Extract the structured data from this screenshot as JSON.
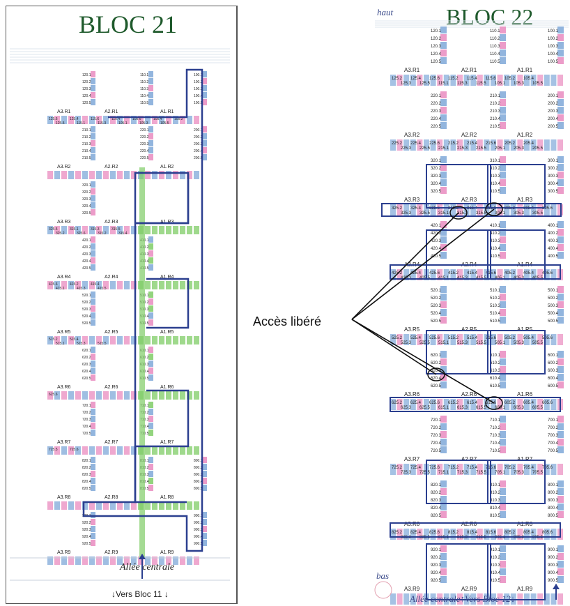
{
  "left_bloc": {
    "title": "BLOC 21",
    "allee": "Allée centrale",
    "vers": "↓Vers Bloc 11 ↓",
    "rows": [
      {
        "labels": [
          "A3.R1",
          "A2.R1",
          "A1.R1"
        ],
        "a1_vertical": "A1.R1",
        "col_a3": [
          "120.1",
          "120.2",
          "120.3",
          "120.4",
          "120.5"
        ],
        "col_a2": [
          "110.1",
          "110.2",
          "110.3",
          "110.4",
          "110.5"
        ],
        "col_a1": [
          "100.1",
          "100.2",
          "100.3",
          "100.4",
          "100.5"
        ],
        "h_top": [
          "125.6",
          "125.4",
          "115.6",
          "115.4",
          "105.6",
          "105.4",
          "105.2"
        ],
        "h_bot": [
          "125.5",
          "115.1",
          "115.3",
          "105.1",
          "105.3",
          "105.5"
        ]
      },
      {
        "labels": [
          "A3.R2",
          "A2.R2",
          "A1.R2"
        ],
        "col_a3": [
          "210.1",
          "210.2",
          "210.3",
          "210.4",
          "210.5"
        ],
        "col_a2": [
          "220.1",
          "220.2",
          "220.3",
          "220.4",
          "220.5"
        ],
        "col_a1": [
          "200.1",
          "200.2",
          "200.3",
          "200.4",
          "200.5"
        ]
      },
      {
        "labels": [
          "A3.R3",
          "A2.R3",
          "A1.R3"
        ],
        "col_a3": [
          "320.1",
          "320.2",
          "320.3",
          "320.4",
          "320.5"
        ],
        "h_top": [
          "325.5",
          "315.1",
          "315.3",
          "315.5"
        ],
        "h_bot": [
          "325.2",
          "325.6",
          "315.2",
          "315.4"
        ]
      },
      {
        "labels": [
          "A3.R4",
          "A2.R4",
          "A1.R4"
        ],
        "col_a3": [
          "420.1",
          "420.2",
          "420.3",
          "420.4",
          "420.5"
        ],
        "col_a2": [
          "410.1",
          "410.2",
          "410.3",
          "410.4",
          "410.5"
        ],
        "h_top": [
          "415.6",
          "415.2",
          "415.4"
        ],
        "h_bot": [
          "415.1",
          "415.3",
          "415.5"
        ]
      },
      {
        "labels": [
          "A3.R5",
          "A2.R5",
          "A1.R5"
        ],
        "col_a3": [
          "520.1",
          "520.2",
          "520.3",
          "520.4",
          "520.5"
        ],
        "col_a2": [
          "510.1",
          "510.2",
          "510.3",
          "510.4",
          "510.5"
        ],
        "h_top": [
          "515.2",
          "515.4"
        ],
        "h_bot": [
          "515.1",
          "515.3",
          "515.5"
        ]
      },
      {
        "labels": [
          "A3.R6",
          "A2.R6",
          "A1.R6"
        ],
        "col_a3": [
          "620.1",
          "620.2",
          "620.3",
          "620.4",
          "620.5"
        ],
        "col_a2": [
          "610.1",
          "610.2",
          "610.3",
          "610.4",
          "610.5"
        ],
        "h_top": [
          "625.6"
        ]
      },
      {
        "labels": [
          "A3.R7",
          "A2.R7",
          "A1.R7"
        ],
        "col_a3": [
          "720.1",
          "720.2",
          "720.3",
          "720.4",
          "720.5"
        ],
        "col_a2": [
          "710.1",
          "710.2",
          "710.3",
          "710.4",
          "710.5"
        ],
        "h_top": [
          "725.5",
          "725.6"
        ]
      },
      {
        "labels": [
          "A3.R8",
          "A2.R8",
          "A1.R8"
        ],
        "col_a3": [
          "820.1",
          "820.2",
          "820.3",
          "820.4",
          "820.5"
        ],
        "col_a2": [
          "810.1",
          "810.2",
          "810.3",
          "810.4",
          "810.5"
        ],
        "col_a1": [
          "800.1",
          "800.2",
          "800.3",
          "800.4",
          "800.5"
        ]
      },
      {
        "labels": [
          "A3.R9",
          "A2.R9",
          "A1.R9"
        ],
        "col_a3": [
          "920.1",
          "920.2",
          "920.3",
          "920.4",
          "920.5"
        ],
        "col_a1": [
          "900.1",
          "900.2",
          "900.3",
          "900.4",
          "900.5"
        ]
      }
    ]
  },
  "right_bloc": {
    "title": "BLOC 22",
    "haut": "haut",
    "bas": "bas",
    "allee": "Allée centrale↑Vers Bloc 12↓",
    "acces": "Accès libéré",
    "rows": [
      {
        "labels": [
          "A3.R1",
          "A2.R1",
          "A1.R1"
        ],
        "col_a3": [
          "120.1",
          "120.2",
          "120.3",
          "120.4",
          "120.5"
        ],
        "col_a2": [
          "110.1",
          "110.2",
          "110.3",
          "110.4",
          "110.5"
        ],
        "col_a1": [
          "100.1",
          "100.2",
          "100.3",
          "100.4",
          "100.5"
        ],
        "h_top": [
          "125.2",
          "125.4",
          "125.6",
          "115.2",
          "115.4",
          "115.6",
          "105.2",
          "105.4"
        ],
        "h_bot": [
          "125.3",
          "125.5",
          "115.1",
          "115.3",
          "115.5",
          "105.1",
          "105.3",
          "105.5"
        ]
      },
      {
        "labels": [
          "A3.R2",
          "A2.R2",
          "A1.R2"
        ],
        "col_a3": [
          "220.1",
          "220.2",
          "220.3",
          "220.4",
          "220.5"
        ],
        "col_a2": [
          "210.1",
          "210.2",
          "210.3",
          "210.4",
          "210.5"
        ],
        "col_a1": [
          "200.1",
          "200.2",
          "200.3",
          "200.4",
          "200.5"
        ],
        "h_top": [
          "225.2",
          "225.4",
          "225.6",
          "215.2",
          "215.4",
          "215.6",
          "205.2",
          "205.4"
        ],
        "h_bot": [
          "225.3",
          "225.5",
          "215.1",
          "215.3",
          "215.5",
          "205.1",
          "205.3",
          "205.5"
        ]
      },
      {
        "labels": [
          "A3.R3",
          "A2.R3",
          "A1.R3"
        ],
        "col_a3": [
          "320.1",
          "320.2",
          "320.3",
          "320.4",
          "320.5"
        ],
        "col_a2": [
          "310.1",
          "310.2",
          "310.3",
          "310.4",
          "310.5"
        ],
        "col_a1": [
          "300.1",
          "300.2",
          "300.3",
          "300.4",
          "300.5"
        ],
        "h_top": [
          "325.2",
          "325.4",
          "325.6",
          "315.2",
          "315.4",
          "315.6",
          "305.2",
          "305.4",
          "305.6"
        ],
        "h_bot": [
          "325.3",
          "325.5",
          "315.1",
          "315.3",
          "315.5",
          "305.1",
          "305.3",
          "305.5"
        ]
      },
      {
        "labels": [
          "A3.R4",
          "A2.R4",
          "A1.R4"
        ],
        "col_a3": [
          "420.1",
          "420.2",
          "420.3",
          "420.4",
          "420.5"
        ],
        "col_a2": [
          "410.1",
          "410.2",
          "410.3",
          "410.4",
          "410.5"
        ],
        "col_a1": [
          "400.1",
          "400.2",
          "400.3",
          "400.4",
          "400.5"
        ],
        "h_top": [
          "425.2",
          "425.4",
          "425.6",
          "415.2",
          "415.4",
          "415.6",
          "405.2",
          "405.4",
          "405.6"
        ],
        "h_bot": [
          "425.3",
          "425.5",
          "415.1",
          "415.3",
          "415.5",
          "405.1",
          "405.3",
          "405.5"
        ]
      },
      {
        "labels": [
          "A3.R5",
          "A2.R5",
          "A1.R5"
        ],
        "col_a3": [
          "520.1",
          "520.2",
          "520.3",
          "520.4",
          "520.5"
        ],
        "col_a2": [
          "510.1",
          "510.2",
          "510.3",
          "510.4",
          "510.5"
        ],
        "col_a1": [
          "500.1",
          "500.2",
          "500.3",
          "500.4",
          "500.5"
        ],
        "h_top": [
          "525.2",
          "525.4",
          "525.6",
          "515.2",
          "515.4",
          "515.6",
          "505.2",
          "505.4",
          "505.6"
        ],
        "h_bot": [
          "525.3",
          "525.5",
          "515.1",
          "515.3",
          "515.5",
          "505.1",
          "505.3",
          "505.5"
        ]
      },
      {
        "labels": [
          "A3.R6",
          "A2.R6",
          "A1.R6"
        ],
        "col_a3": [
          "620.1",
          "620.2",
          "620.3",
          "620.4",
          "620.5"
        ],
        "col_a2": [
          "610.1",
          "610.2",
          "610.3",
          "610.4",
          "610.5"
        ],
        "col_a1": [
          "600.1",
          "600.2",
          "600.3",
          "600.4",
          "600.5"
        ],
        "h_top": [
          "625.2",
          "625.4",
          "625.6",
          "615.2",
          "615.4",
          "615.6",
          "605.2",
          "605.4",
          "605.6"
        ],
        "h_bot": [
          "625.3",
          "625.5",
          "615.1",
          "615.3",
          "615.5",
          "605.1",
          "605.3",
          "605.5"
        ]
      },
      {
        "labels": [
          "A3.R7",
          "A2.R7",
          "A1.R7"
        ],
        "col_a3": [
          "720.1",
          "720.2",
          "720.3",
          "720.4",
          "720.5"
        ],
        "col_a2": [
          "710.1",
          "710.2",
          "710.3",
          "710.4",
          "710.5"
        ],
        "col_a1": [
          "700.1",
          "700.2",
          "700.3",
          "700.4",
          "700.5"
        ],
        "h_top": [
          "725.2",
          "725.4",
          "725.6",
          "715.2",
          "715.4",
          "715.6",
          "705.2",
          "705.4",
          "705.6"
        ],
        "h_bot": [
          "725.3",
          "725.5",
          "715.1",
          "715.3",
          "715.5",
          "705.1",
          "705.3",
          "705.5"
        ]
      },
      {
        "labels": [
          "A3.R8",
          "A2.R8",
          "A1.R8"
        ],
        "col_a3": [
          "820.1",
          "820.2",
          "820.3",
          "820.4",
          "820.5"
        ],
        "col_a2": [
          "810.1",
          "810.2",
          "810.3",
          "810.4",
          "810.5"
        ],
        "col_a1": [
          "800.1",
          "800.2",
          "800.3",
          "800.4",
          "800.5"
        ],
        "h_top": [
          "825.2",
          "825.4",
          "825.6",
          "815.2",
          "815.4",
          "815.6",
          "805.2",
          "805.4",
          "805.6"
        ],
        "h_bot": [
          "825.3",
          "825.5",
          "815.1",
          "815.3",
          "815.5",
          "805.1",
          "805.3",
          "805.5"
        ]
      },
      {
        "labels": [
          "A3.R9",
          "A2.R9",
          "A1.R9"
        ],
        "col_a3": [
          "920.1",
          "920.2",
          "920.3",
          "920.4",
          "920.5"
        ],
        "col_a2": [
          "910.1",
          "910.2",
          "910.3",
          "910.4",
          "910.5"
        ],
        "col_a1": [
          "900.1",
          "900.2",
          "900.3",
          "900.4",
          "900.5"
        ]
      }
    ]
  },
  "colors": {
    "blue": "#7fa8d8",
    "pink": "#e98bbf",
    "green": "#7fcc66",
    "route": "#2b3f8f",
    "title": "#1f5a2c"
  }
}
